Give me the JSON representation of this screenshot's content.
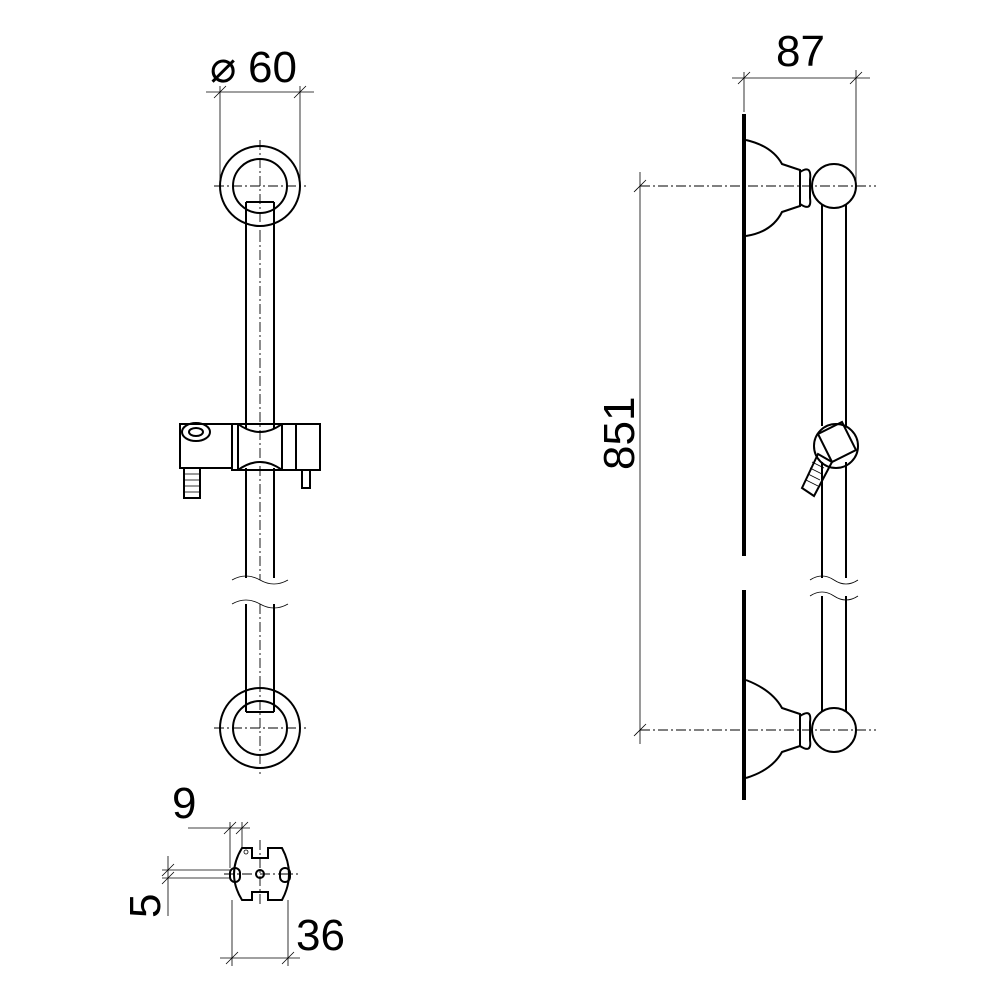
{
  "dimensions": {
    "rose_diameter": "60",
    "diameter_symbol": "⌀",
    "rail_depth": "87",
    "rail_length": "851",
    "bracket_offset_top": "9",
    "bracket_offset_side": "5",
    "bracket_width": "36"
  }
}
